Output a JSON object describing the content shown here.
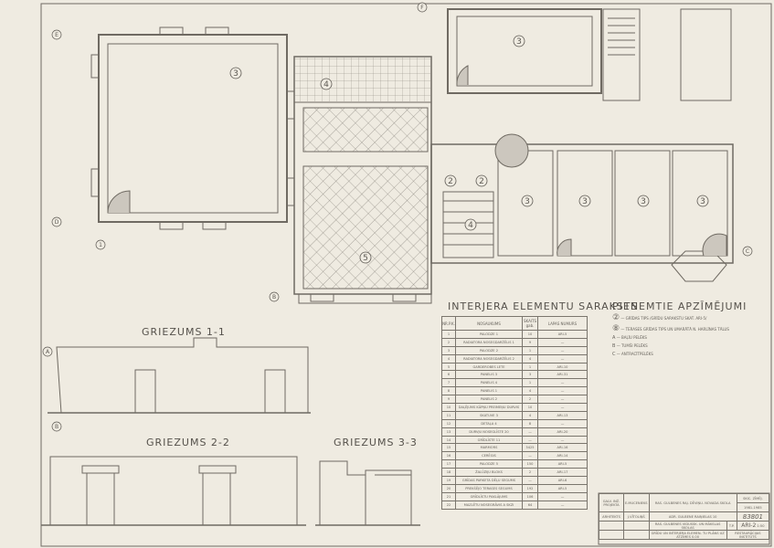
{
  "sections": {
    "s11": "GRIEZUMS 1-1",
    "s22": "GRIEZUMS 2-2",
    "s33": "GRIEZUMS 3-3"
  },
  "room_labels": [
    "3",
    "4",
    "5",
    "3",
    "2",
    "2",
    "4",
    "3",
    "3",
    "3",
    "3"
  ],
  "axis_labels": [
    "E",
    "D",
    "1",
    "C",
    "B",
    "F",
    "A",
    "B"
  ],
  "elements_table": {
    "title": "INTERJERA ELEMENTU SARAKSTS",
    "headers": [
      "NR.P.K.",
      "NOSAUKUMS",
      "SKAITS gab.",
      "LAPAS NUMURS"
    ],
    "rows": [
      [
        "1",
        "PALODZE 1",
        "10",
        "ARI-5"
      ],
      [
        "2",
        "RADIATORA NOSEGDARŽĒLIS 1",
        "9",
        "—"
      ],
      [
        "3",
        "PALODZE 2",
        "1",
        "—"
      ],
      [
        "4",
        "RADIATORA NOSEGDARŽĒLIS 2",
        "4",
        "—"
      ],
      [
        "5",
        "GARDEROBES LETE",
        "1",
        "ARI-10"
      ],
      [
        "6",
        "PANELIS 3",
        "3",
        "ARI-31"
      ],
      [
        "7",
        "PANELIS 4",
        "1",
        "—"
      ],
      [
        "8",
        "PANELIS 1",
        "4",
        "—"
      ],
      [
        "9",
        "PANELIS 2",
        "2",
        "—"
      ],
      [
        "10",
        "DAĻĒJUMS KĀPŅU PREIMEŅU DURVIS",
        "10",
        "—"
      ],
      [
        "11",
        "SKATUVE 3",
        "4",
        "ARI-13"
      ],
      [
        "12",
        "DETAĻA 4",
        "8",
        "—"
      ],
      [
        "13",
        "DURVJU NOSEGLĪSTE 20",
        "—",
        "ARI-20"
      ],
      [
        "14",
        "GRĪDLĪSTE 11",
        "—",
        "—"
      ],
      [
        "15",
        "MARMORS",
        "3425",
        "ARI-16"
      ],
      [
        "16",
        "CERĒGIS",
        "—",
        "ARI-14"
      ],
      [
        "17",
        "PALODZE 5",
        "150",
        "ARI-5"
      ],
      [
        "18",
        "ŽALŪZIJU BLOKS",
        "2",
        "ARI-17"
      ],
      [
        "19",
        "GRĪDAS PARKETA DĒĻU SEGUMS",
        "—",
        "ARI-6"
      ],
      [
        "20",
        "PREKŠĒJO TERASES SEGUMS",
        "192",
        "ARI-5"
      ],
      [
        "21",
        "GRĪDLĪSTU PAKLĀJUMS",
        "106",
        "—"
      ],
      [
        "22",
        "MAZLĒTU NOSEGRĀVIS A SKZI",
        "64",
        "—"
      ]
    ]
  },
  "legend": {
    "title": "PIENEMTIE APZĪMĒJUMI",
    "items": [
      {
        "symbol": "②",
        "text": "— GRĪDAS TIPS /GRĪDU SARAKSTU SKAT. ARI-5/"
      },
      {
        "symbol": "⑧",
        "text": "— TERASES GRĪDAS TIPS UN UMARĀTĀ N. HARLĪNAS TĀLUS"
      },
      {
        "symbol": "A",
        "text": "— BAĻĪU PELĒKS"
      },
      {
        "symbol": "B",
        "text": "— TUMŠI PELĒKS"
      },
      {
        "symbol": "C",
        "text": "— ANTRACĪTPELĒKS"
      }
    ]
  },
  "title_block": {
    "object": "RAS. GULBENES RAJ. DĒVIŅU- NOVADA SKOLA",
    "stage": "SKIC. ZĪMĒJ.",
    "year": "1981-1985",
    "address": "ADR. GULBENE RAIŅIELAS 10",
    "drawing_no": "83801",
    "building": "RAS. GULBENES VIDUSSK. UN MĀKSLAS SKOLAS",
    "phase": "T.P.",
    "sheet": "ARI-2",
    "scale": "1:50",
    "sheet_title": "GRĪDU UN INTERJERA ELEMEN- TU PLĀNS UZ ATZĪMES 0.00",
    "institute": "RESTAURĀCIJAS INSTITŪTS",
    "roles": [
      "GALV. INŽ. PROJEKTA",
      "ARHITEKTS"
    ],
    "names": [
      "E.MUCENIEKS",
      "J.VĪTOLIŅŠ"
    ]
  }
}
